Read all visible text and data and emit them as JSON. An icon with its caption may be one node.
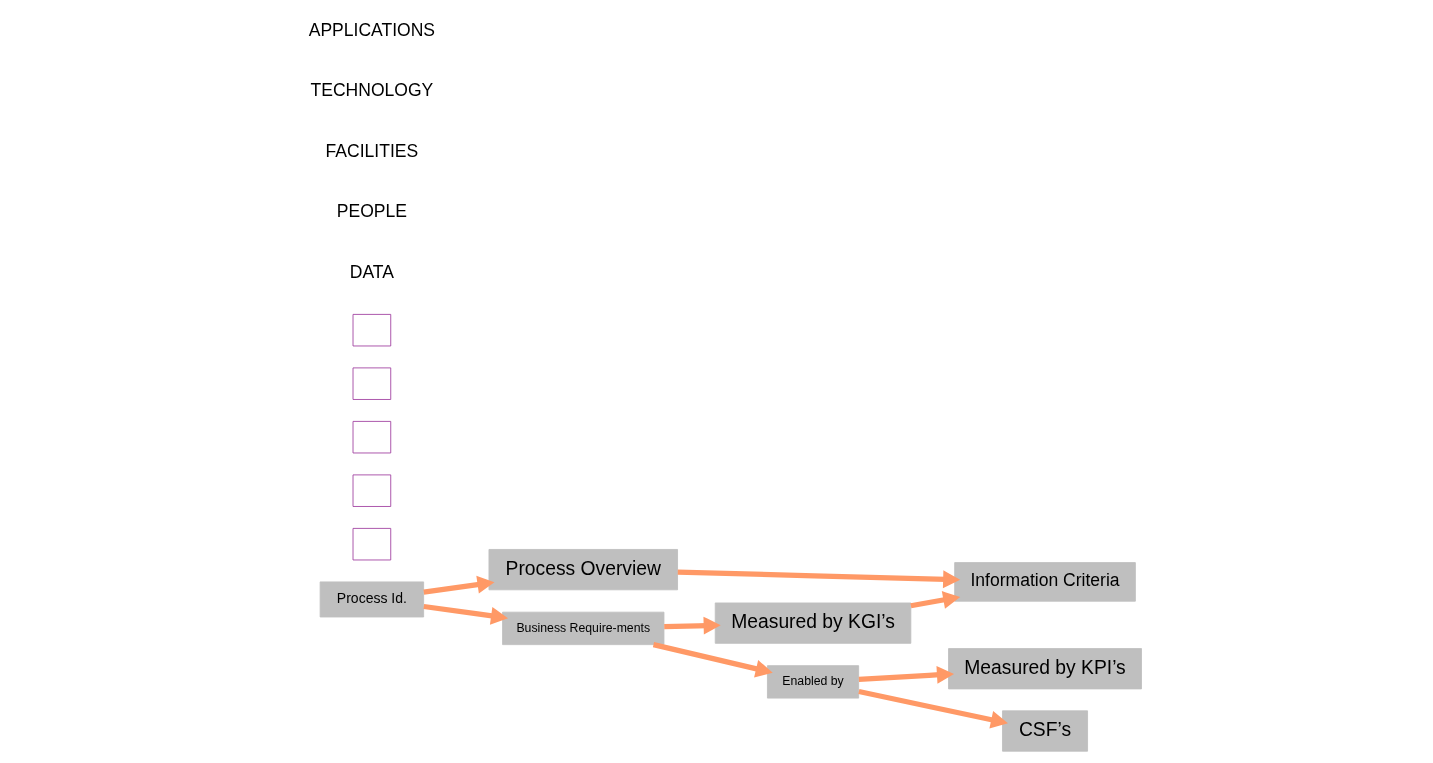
{
  "diagram": {
    "nodes": [
      {
        "text": [
          "Process Id."
        ]
      },
      {
        "text": [
          "Process Overview"
        ]
      },
      {
        "text": [
          "Information Criteria"
        ]
      },
      {
        "text": [
          "Business Require-ments"
        ]
      },
      {
        "text": [
          "Measured by KGI’s"
        ]
      },
      {
        "text": [
          "Enabled by"
        ]
      },
      {
        "text": [
          "Measured by KPI’s"
        ]
      },
      {
        "text": [
          "CSF’s"
        ]
      },
      {
        "text": [],
        "shape": "box"
      },
      {
        "text": [],
        "shape": "box"
      },
      {
        "text": [],
        "shape": "box"
      },
      {
        "text": [],
        "shape": "box"
      },
      {
        "text": [],
        "shape": "box"
      }
    ],
    "edges": [
      {
        "from": 0,
        "to": 1,
        "arrow": "to"
      },
      {
        "from": 1,
        "to": 2,
        "arrow": "to"
      },
      {
        "from": 0,
        "to": 3,
        "arrow": "to"
      },
      {
        "from": 3,
        "to": 4,
        "arrow": "to"
      },
      {
        "from": 4,
        "to": 2,
        "arrow": "to"
      },
      {
        "from": 3,
        "to": 5,
        "arrow": "to"
      },
      {
        "from": 5,
        "to": 6,
        "arrow": "to"
      },
      {
        "from": 5,
        "to": 7,
        "arrow": "to"
      }
    ],
    "labels": [
      "DATA",
      "PEOPLE",
      "FACILITIES",
      "TECHNOLOGY",
      "APPLICATIONS"
    ]
  }
}
